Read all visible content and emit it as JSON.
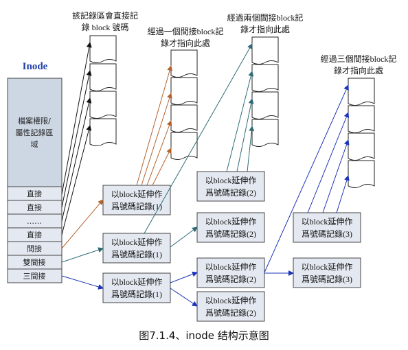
{
  "inode": {
    "title": "Inode",
    "attr_area": [
      "檔案權限/",
      "屬性記錄區",
      "域"
    ],
    "rows": [
      "直接",
      "直接",
      "……",
      "直接",
      "間接",
      "雙間接",
      "三間接"
    ]
  },
  "labels": {
    "direct": [
      "該記錄區會直接記",
      "錄 block 號碼"
    ],
    "indirect": [
      "經過一個間接block記",
      "錄才指向此處"
    ],
    "double": [
      "經過兩個間接block記",
      "錄才指向此處"
    ],
    "triple": [
      "經過三個間接block記",
      "錄才指向此處"
    ]
  },
  "record_box": {
    "line1": "以block延伸作",
    "line2_a": "爲號碼記錄(1)",
    "line2_b": "爲號碼記錄(2)",
    "line2_c": "爲號碼記錄(3)"
  },
  "caption": "图7.1.4、inode 结构示意图",
  "colors": {
    "inode_fill": "#cdd7e4",
    "box_fill": "#e4e9f1",
    "arrow_black": "#111111",
    "arrow_brown": "#b5612b",
    "arrow_teal": "#2f6b77",
    "arrow_blue": "#1c34b8",
    "inode_title": "#1f3ea8"
  }
}
